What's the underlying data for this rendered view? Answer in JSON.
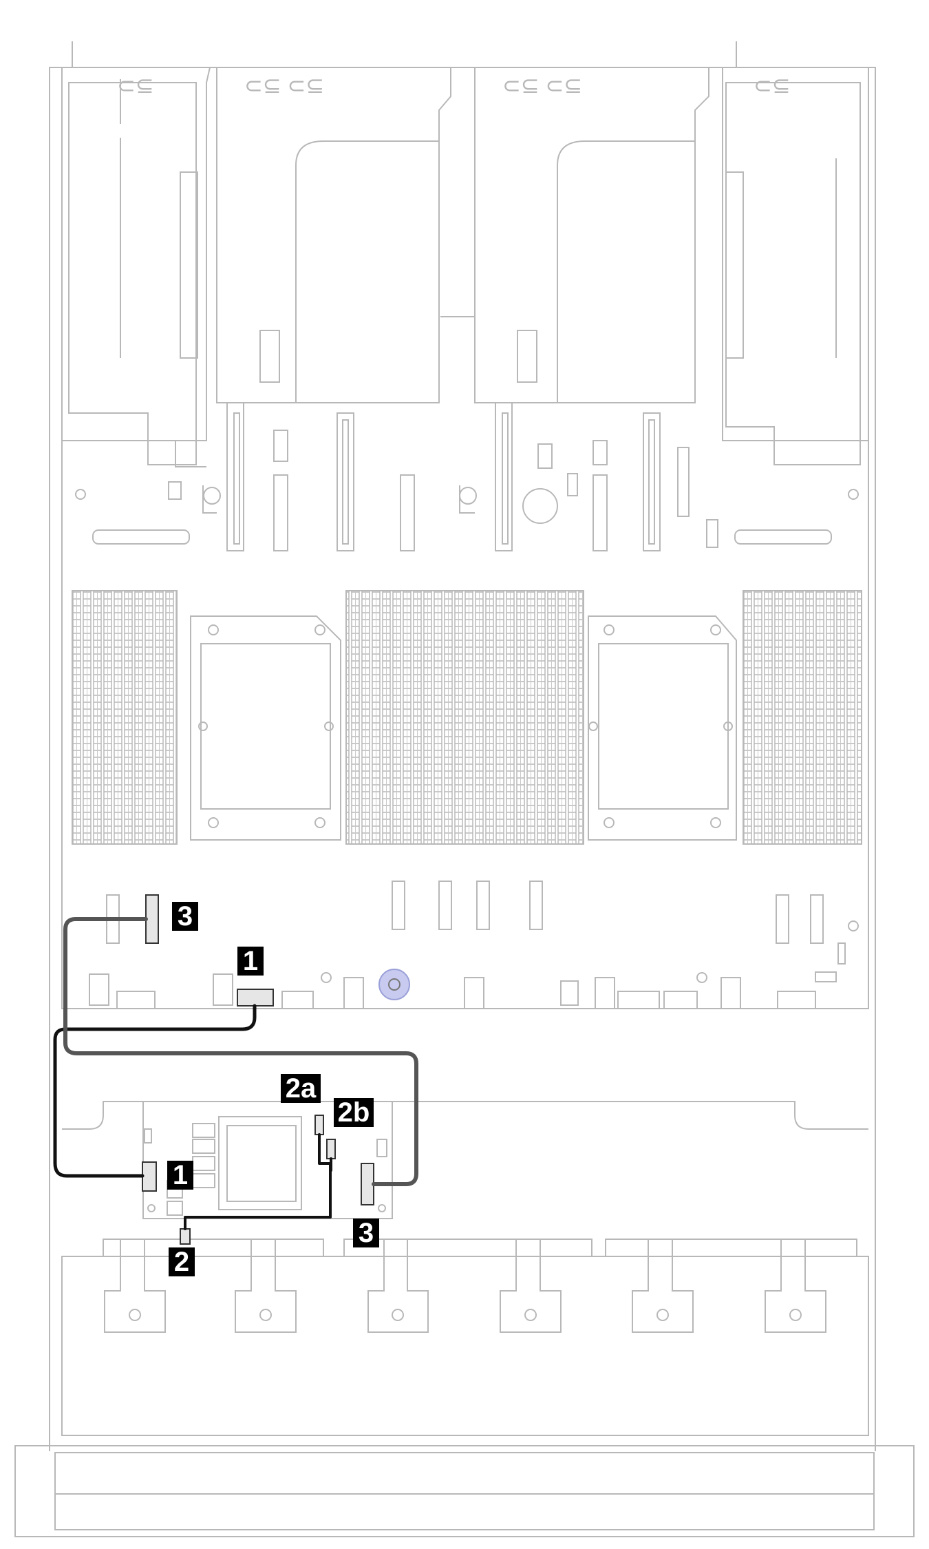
{
  "diagram": {
    "callouts": [
      {
        "id": "c1_board",
        "label": "1"
      },
      {
        "id": "c1_module",
        "label": "1"
      },
      {
        "id": "c2",
        "label": "2"
      },
      {
        "id": "c2a",
        "label": "2a"
      },
      {
        "id": "c2b",
        "label": "2b"
      },
      {
        "id": "c3_board",
        "label": "3"
      },
      {
        "id": "c3_module",
        "label": "3"
      }
    ],
    "colors": {
      "outline": "#b8b8b8",
      "cable": "#111111",
      "cable_gray": "#555555",
      "callout_bg": "#000000",
      "callout_text": "#ffffff",
      "button_blue": "#c8cbef",
      "connector_fill": "#e6e6e6"
    }
  }
}
